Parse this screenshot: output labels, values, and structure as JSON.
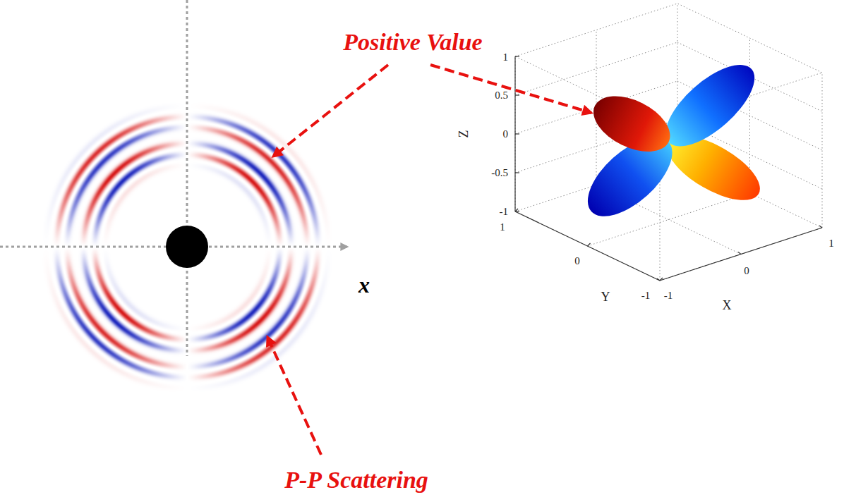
{
  "diagram": {
    "labels": [
      "Positive Value",
      "P-P Scattering",
      "x",
      "Z",
      "1",
      "0.5",
      "0",
      "-0.5",
      "-1",
      "Y",
      "1",
      "0",
      "-1",
      "X",
      "-1",
      "0",
      "1"
    ]
  }
}
